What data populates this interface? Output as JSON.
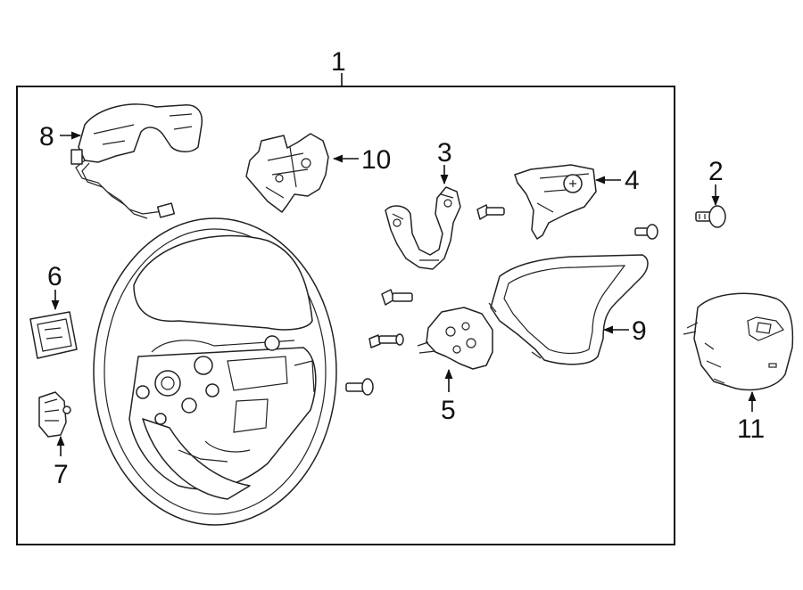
{
  "diagram": {
    "labels": {
      "assembly": "1",
      "bolt_right": "2",
      "wiring_center": "3",
      "switch_right": "4",
      "switch_left": "5",
      "module_left": "6",
      "coil": "7",
      "harness_top": "8",
      "trim_bezel": "9",
      "bracket": "10",
      "airbag": "11"
    }
  }
}
